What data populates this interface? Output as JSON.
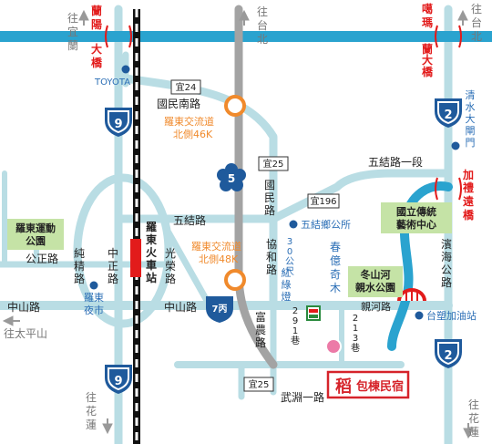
{
  "directions": {
    "to_yilan": [
      "往",
      "宜",
      "蘭"
    ],
    "to_taipei_top": [
      "往",
      "台",
      "北"
    ],
    "to_taipei_right": [
      "往",
      "台",
      "北"
    ],
    "to_taipingshan": "往太平山",
    "to_hualien_left": [
      "往",
      "花",
      "蓮"
    ],
    "to_hualien_right": [
      "往",
      "花",
      "蓮"
    ]
  },
  "bridges": {
    "lanyang": [
      "蘭",
      "陽",
      "大",
      "橋"
    ],
    "galima": [
      "噶",
      "瑪",
      "蘭",
      "大",
      "橋"
    ],
    "jiali": [
      "加",
      "禮",
      "遠",
      "橋"
    ]
  },
  "labels": {
    "toyota": "TOYOTA",
    "guomin_south": "國民南路",
    "interchange_north_1": "羅東交流道",
    "interchange_north_2": "北側46K",
    "interchange_south_1": "羅東交流道",
    "interchange_south_2": "北側48K",
    "qingshui": [
      "清",
      "水",
      "大",
      "閘",
      "門"
    ],
    "wujie_1": "五結路一段",
    "guomin_road": [
      "國",
      "民",
      "路"
    ],
    "wujie_road": "五結路",
    "wujie_office": "五結鄉公所",
    "arts_center_1": "國立傳統",
    "arts_center_2": "藝術中心",
    "binhai": [
      "濱",
      "海",
      "公",
      "路"
    ],
    "sports_park_1": "羅東運動",
    "sports_park_2": "公園",
    "gongzheng": "公正路",
    "chunjing": [
      "純",
      "精",
      "路"
    ],
    "zhongzheng": [
      "中",
      "正",
      "路"
    ],
    "station": [
      "羅",
      "東",
      "火",
      "車",
      "站"
    ],
    "guangrong": [
      "光",
      "榮",
      "路"
    ],
    "xiehe": [
      "協",
      "和",
      "路"
    ],
    "m30": [
      "3",
      "0",
      "公",
      "尺"
    ],
    "hongludeng": [
      "紅",
      "綠",
      "燈"
    ],
    "chunyi": [
      "春",
      "億",
      "奇",
      "木"
    ],
    "dongshan_1": "冬山河",
    "dongshan_2": "親水公園",
    "qinhe": "親河路",
    "zhongshan_left": "中山路",
    "zhongshan_mid": "中山路",
    "luodong_night_1": "羅東",
    "luodong_night_2": "夜市",
    "fuqiang": [
      "富",
      "農",
      "路"
    ],
    "lane291": [
      "2",
      "9",
      "1",
      "巷"
    ],
    "lane213": [
      "2",
      "1",
      "3",
      "巷"
    ],
    "taisu_gas": "台塑加油站",
    "wuyuan": "武淵一路",
    "inn_char": "稻",
    "inn_name": "包棟民宿"
  },
  "shields": {
    "hwy9_top": "9",
    "hwy9_bottom": "9",
    "hwy2_top": "2",
    "hwy2_bottom": "2",
    "hwy5": "5",
    "hwy7": "7丙",
    "yi24": "宜24",
    "yi25_top": "宜25",
    "yi196": "宜196",
    "yi25_bottom": "宜25"
  },
  "colors": {
    "road": "#b9dde4",
    "river": "#2aa3cf",
    "freeway": "#a3a3a3",
    "shield_blue": "#1f5a9c",
    "interchange": "#f08a2c",
    "bridge_red": "#e21b1b",
    "poi_green": "#c5e3a6",
    "inn_red": "#d6232a",
    "label_blue": "#2c6fb6"
  }
}
